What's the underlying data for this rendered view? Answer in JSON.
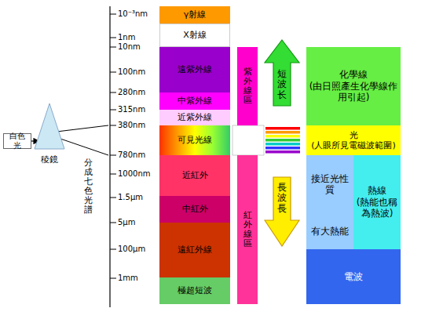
{
  "diagram": {
    "nodes": [
      {
        "text": [
          "白色光"
        ]
      },
      {
        "text": [
          "稜鏡"
        ]
      },
      {
        "text": [
          "γ射線"
        ]
      },
      {
        "text": [
          "X射線"
        ]
      },
      {
        "text": [
          "遠紫外線"
        ]
      },
      {
        "text": [
          "中紫外線"
        ]
      },
      {
        "text": [
          "近紫外線"
        ]
      },
      {
        "text": [
          "可見光線"
        ]
      },
      {
        "text": [
          "近紅外"
        ]
      },
      {
        "text": [
          "中紅外"
        ]
      },
      {
        "text": [
          "遠紅外線"
        ]
      },
      {
        "text": [
          "極超短波"
        ]
      },
      {
        "text": [
          "紫外線區"
        ]
      },
      {
        "text": [
          "紅外線區"
        ]
      },
      {
        "text": [
          "短波长"
        ]
      },
      {
        "text": [
          "長波長"
        ]
      },
      {
        "text": [
          "化學線",
          "(由日照產生化學線作用引起)"
        ]
      },
      {
        "text": [
          "光",
          "(人眼所見電磁波範圍)"
        ]
      },
      {
        "text": [
          "接近光性質"
        ]
      },
      {
        "text": [
          "有大熱能"
        ]
      },
      {
        "text": [
          "熱線",
          "(熱能也稱為熱波)"
        ]
      },
      {
        "text": [
          "電波"
        ]
      }
    ],
    "edges": [
      {
        "from": 0,
        "to": 1,
        "arrow": "to"
      }
    ],
    "labels": [
      "10⁻³nm",
      "1nm",
      "10nm",
      "100nm",
      "280nm",
      "315nm",
      "380nm",
      "780nm",
      "1000nm",
      "1.5μm",
      "5μm",
      "100μm",
      "1mm",
      "分成七色光譜"
    ]
  }
}
